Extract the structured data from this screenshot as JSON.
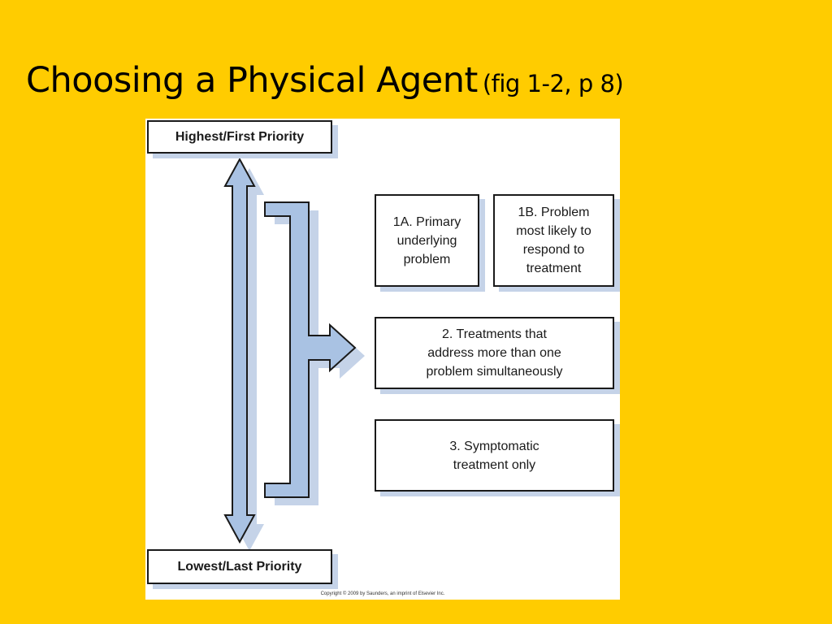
{
  "slide": {
    "title": "Choosing a Physical Agent",
    "title_ref": "(fig 1-2, p 8)"
  },
  "figure": {
    "top_label": "Highest/First Priority",
    "bottom_label": "Lowest/Last Priority",
    "boxes": [
      {
        "id": "1A",
        "lines": [
          "1A. Primary",
          "underlying",
          "problem"
        ]
      },
      {
        "id": "1B",
        "lines": [
          "1B. Problem",
          "most likely to",
          "respond to",
          "treatment"
        ]
      },
      {
        "id": "2",
        "lines": [
          "2. Treatments that",
          "address more than one",
          "problem simultaneously"
        ]
      },
      {
        "id": "3",
        "lines": [
          "3. Symptomatic",
          "treatment only"
        ]
      }
    ],
    "copyright": "Copyright © 2009 by Saunders, an imprint of Elsevier Inc."
  },
  "colors": {
    "background": "#ffcc00",
    "arrow_fill": "#a9c2e3",
    "shadow": "#c5d3e8",
    "stroke": "#1a1a1a"
  }
}
